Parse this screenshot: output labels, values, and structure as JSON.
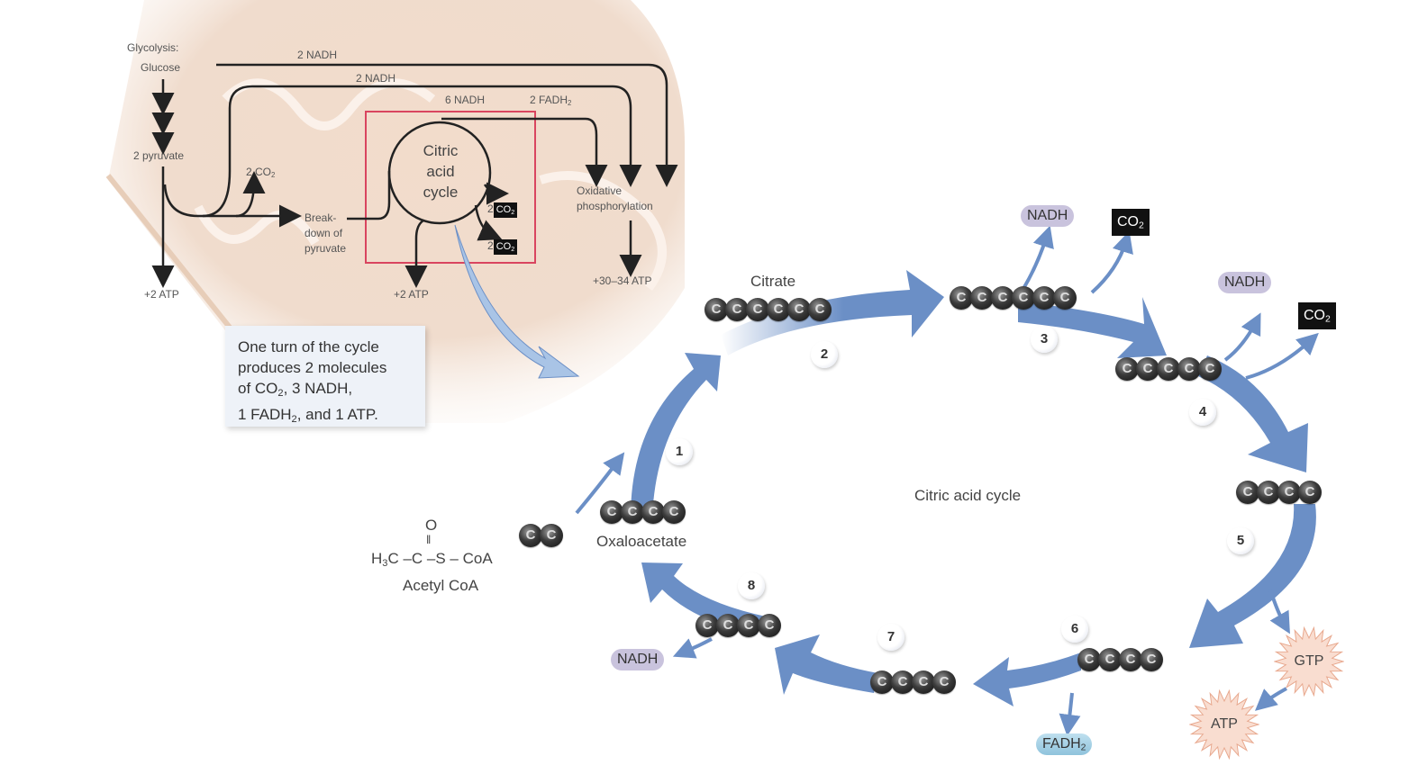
{
  "overview": {
    "glycolysis_label": "Glycolysis:",
    "glucose_label": "Glucose",
    "pyruvate_label": "2 pyruvate",
    "atp_glycolysis": "+2 ATP",
    "co2_pyruvate": "2 CO",
    "breakdown_label_1": "Break-",
    "breakdown_label_2": "down of",
    "breakdown_label_3": "pyruvate",
    "nadh_glycolysis": "2 NADH",
    "nadh_breakdown": "2 NADH",
    "nadh_cycle": "6 NADH",
    "fadh_cycle": "2 FADH",
    "cycle_label_1": "Citric",
    "cycle_label_2": "acid",
    "cycle_label_3": "cycle",
    "co2_prefix": "2",
    "co2_box": "CO",
    "atp_cycle": "+2 ATP",
    "oxphos_label_1": "Oxidative",
    "oxphos_label_2": "phosphorylation",
    "atp_oxphos": "+30–34 ATP",
    "highlight_color": "#d9455f"
  },
  "callout": {
    "line1": "One turn of the cycle",
    "line2": "produces 2 molecules",
    "line3a": "of CO",
    "line3b": ", 3 NADH,",
    "line4a": "1 FADH",
    "line4b": ", and 1 ATP."
  },
  "cycle": {
    "title": "Citric acid cycle",
    "arrow_color": "#6b8fc6",
    "acetyl_coa": {
      "formula_o": "O",
      "formula_dbl": "‖",
      "formula_h3c": "H",
      "formula_rest": "C –C –S – CoA",
      "label": "Acetyl CoA",
      "carbons": 2
    },
    "molecules": [
      {
        "name": "Oxaloacetate",
        "carbons": 4
      },
      {
        "name": "Citrate",
        "carbons": 6
      },
      {
        "name": "",
        "carbons": 6
      },
      {
        "name": "",
        "carbons": 5
      },
      {
        "name": "",
        "carbons": 4
      },
      {
        "name": "",
        "carbons": 4
      },
      {
        "name": "",
        "carbons": 4
      },
      {
        "name": "",
        "carbons": 4
      }
    ],
    "atom_symbol": "C",
    "steps": [
      "1",
      "2",
      "3",
      "4",
      "5",
      "6",
      "7",
      "8"
    ],
    "products": {
      "nadh_3": "NADH",
      "co2_3": "CO",
      "nadh_4": "NADH",
      "co2_4": "CO",
      "gtp_5": "GTP",
      "atp_5": "ATP",
      "fadh_6": "FADH",
      "nadh_8": "NADH"
    },
    "subscript_2": "2",
    "subscript_3": "3"
  }
}
